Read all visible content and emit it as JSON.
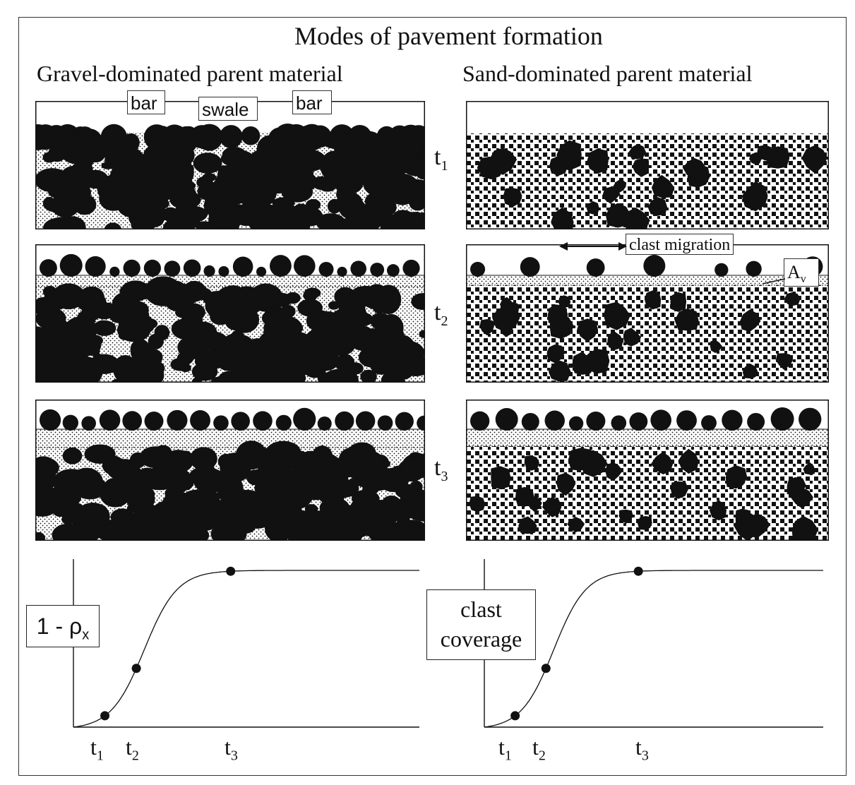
{
  "title": "Modes of pavement formation",
  "columns": {
    "left": "Gravel-dominated parent material",
    "right": "Sand-dominated parent material"
  },
  "labels": {
    "bar": "bar",
    "swale": "swale",
    "clast_migration": "clast migration",
    "av": "A",
    "av_sub": "v"
  },
  "time_steps": [
    {
      "main": "t",
      "sub": "1"
    },
    {
      "main": "t",
      "sub": "2"
    },
    {
      "main": "t",
      "sub": "3"
    }
  ],
  "graphs": {
    "left": {
      "ylabel_main": "1 - ρ",
      "ylabel_sub": "x",
      "points": [
        {
          "label": "t",
          "sub": "1",
          "x": 1,
          "y": 0.02
        },
        {
          "label": "t",
          "sub": "2",
          "x": 2,
          "y": 0.4
        },
        {
          "label": "t",
          "sub": "3",
          "x": 5,
          "y": 0.97
        }
      ]
    },
    "right": {
      "ylabel_line1": "clast",
      "ylabel_line2": "coverage",
      "points": [
        {
          "label": "t",
          "sub": "1",
          "x": 1,
          "y": 0.03
        },
        {
          "label": "t",
          "sub": "2",
          "x": 2,
          "y": 0.41
        },
        {
          "label": "t",
          "sub": "3",
          "x": 5,
          "y": 0.97
        }
      ]
    }
  },
  "colors": {
    "ink": "#111111",
    "paper": "#ffffff"
  }
}
